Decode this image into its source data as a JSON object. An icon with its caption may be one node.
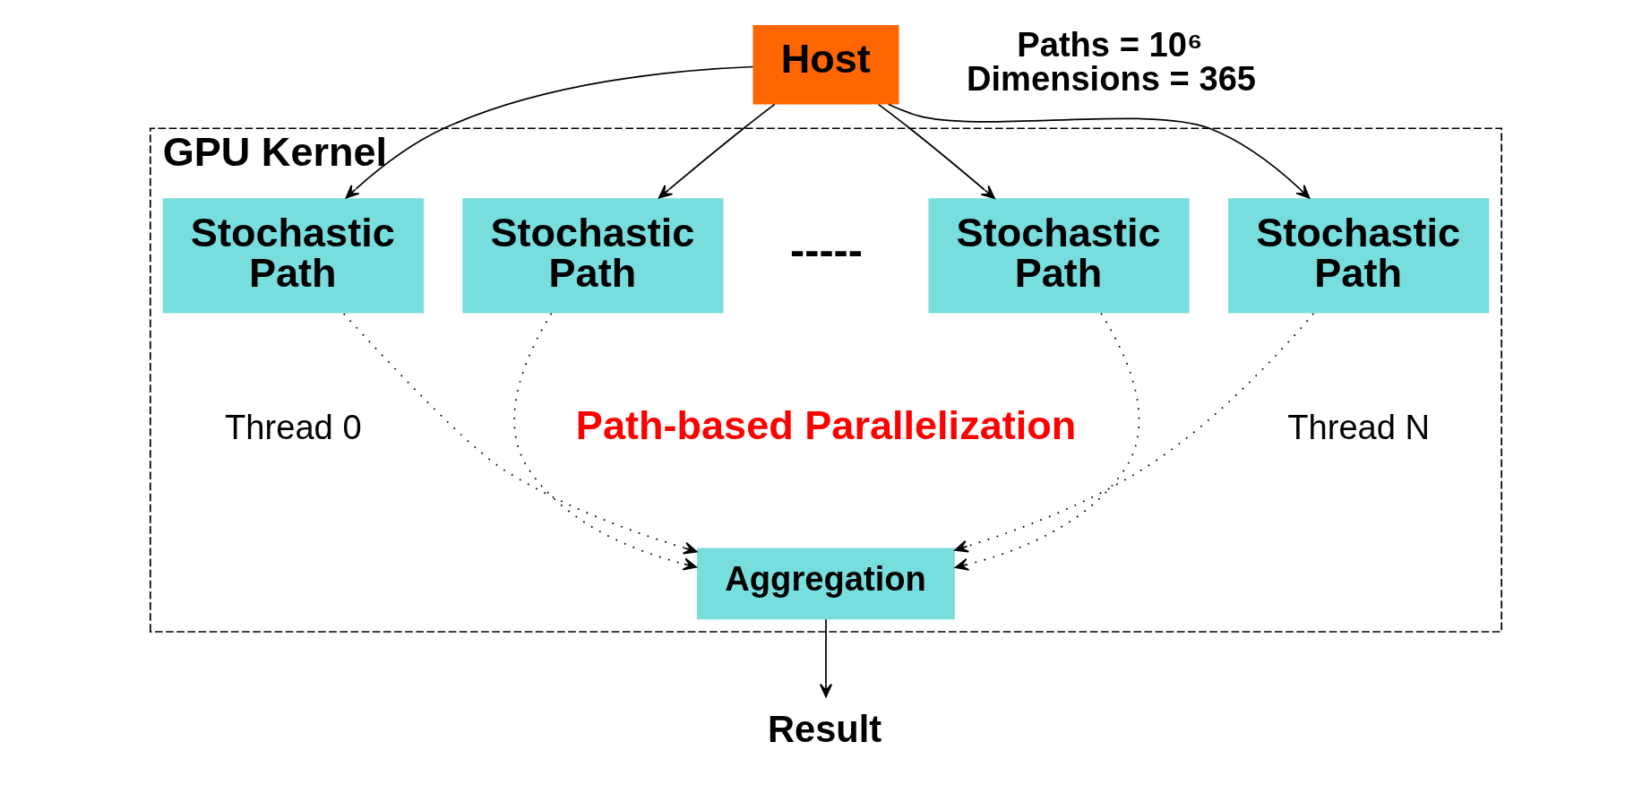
{
  "diagram": {
    "nodes": [
      {
        "text": [
          "Host"
        ]
      },
      {
        "text": [
          "GPU Kernel"
        ]
      },
      {
        "text": [
          "Stochastic Path"
        ],
        "in": 1,
        "beside": [
          "Thread 0"
        ]
      },
      {
        "text": [
          "Stochastic Path"
        ],
        "in": 1
      },
      {
        "text": [
          "Stochastic Path"
        ],
        "in": 1
      },
      {
        "text": [
          "Stochastic Path"
        ],
        "in": 1,
        "beside": [
          "Thread N"
        ]
      },
      {
        "text": [
          "Aggregation"
        ],
        "in": 1
      },
      {
        "text": [
          "Result"
        ]
      }
    ],
    "edges": [
      {
        "from": 0,
        "to": 2,
        "arrow": "to"
      },
      {
        "from": 0,
        "to": 3,
        "arrow": "to"
      },
      {
        "from": 0,
        "to": 4,
        "arrow": "to"
      },
      {
        "from": 0,
        "to": 5,
        "arrow": "to"
      },
      {
        "from": 2,
        "to": 6,
        "arrow": "to",
        "style": "dashed"
      },
      {
        "from": 3,
        "to": 6,
        "arrow": "to",
        "style": "dashed"
      },
      {
        "from": 4,
        "to": 6,
        "arrow": "to",
        "style": "dashed"
      },
      {
        "from": 5,
        "to": 6,
        "arrow": "to",
        "style": "dashed"
      },
      {
        "from": 6,
        "to": 7,
        "arrow": "to"
      }
    ],
    "labels": [
      "Paths = 10⁶",
      "Dimensions = 365",
      "-----",
      "Path-based Parallelization"
    ]
  }
}
